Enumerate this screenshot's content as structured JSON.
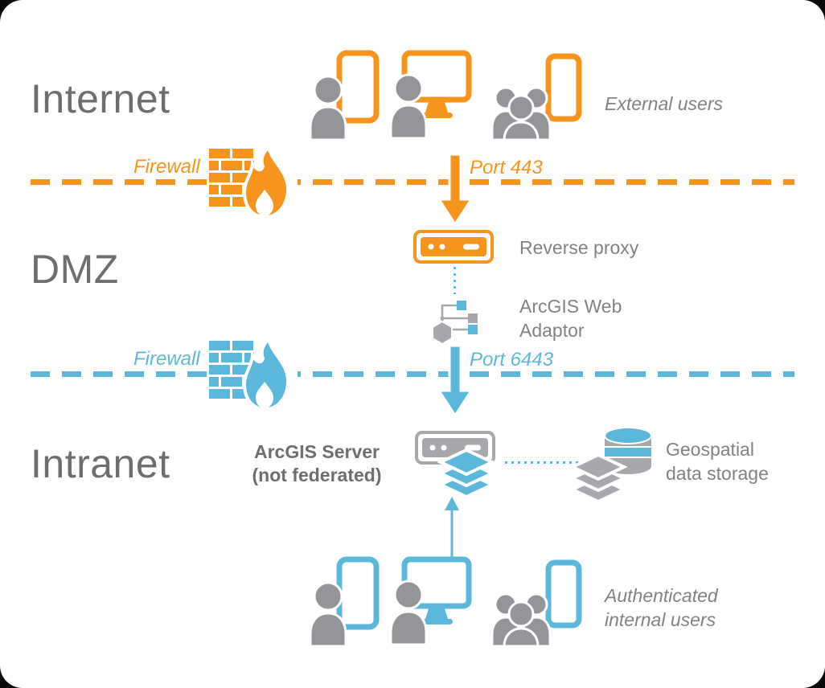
{
  "colors": {
    "orange": "#F7941E",
    "blue": "#5BB8DB",
    "icon_gray": "#939598",
    "server_gray": "#A6A8AB",
    "text_gray": "#808285",
    "heading_gray": "#6D6E71"
  },
  "zones": {
    "internet": {
      "label": "Internet"
    },
    "dmz": {
      "label": "DMZ"
    },
    "intranet": {
      "label": "Intranet"
    }
  },
  "firewalls": {
    "top": {
      "label": "Firewall",
      "port": "Port 443"
    },
    "bottom": {
      "label": "Firewall",
      "port": "Port 6443"
    }
  },
  "nodes": {
    "reverse_proxy": {
      "label": "Reverse proxy"
    },
    "web_adaptor": {
      "line1": "ArcGIS Web",
      "line2": "Adaptor"
    },
    "arcgis_server": {
      "line1": "ArcGIS Server",
      "line2": "(not federated)"
    },
    "storage": {
      "line1": "Geospatial",
      "line2": "data storage"
    }
  },
  "captions": {
    "external_users": "External users",
    "internal_users_line1": "Authenticated",
    "internal_users_line2": "internal users"
  },
  "icons": {
    "tablet_user": "person-with-tablet",
    "desktop_user": "person-with-monitor",
    "group_users": "people-group-with-phone",
    "firewall": "brick-wall-with-flame",
    "server": "server-box-with-leds",
    "web_adaptor": "network-nodes-hexagon",
    "layers": "stacked-diamond-layers",
    "database": "striped-cylinder",
    "arrow_down": "thick-down-arrow",
    "arrow_up": "thin-up-arrow",
    "connector": "dotted-line"
  }
}
